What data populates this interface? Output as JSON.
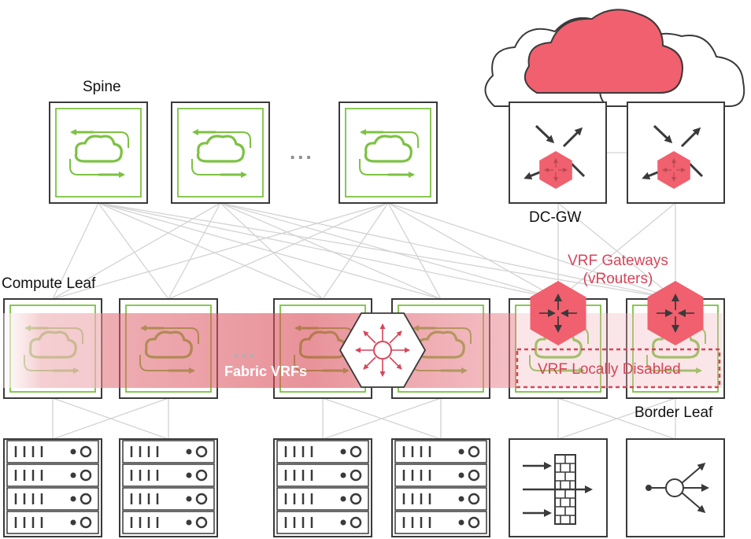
{
  "labels": {
    "spine": "Spine",
    "compute_leaf": "Compute Leaf",
    "dc_gw": "DC-GW",
    "vrf_gateways_line1": "VRF Gateways",
    "vrf_gateways_line2": "(vRouters)",
    "fabric_vrfs": "Fabric VRFs",
    "vrf_locally_disabled": "VRF Locally Disabled",
    "border_leaf": "Border Leaf",
    "ellipsis": "..."
  },
  "colors": {
    "accent_red": "#f0606e",
    "label_red": "#d6455a",
    "switch_green": "#7cc242",
    "box_stroke": "#3a3a3a",
    "link_gray": "#d3d3d3"
  },
  "icons": {
    "spine": "spine-switch-icon",
    "leaf": "leaf-switch-icon",
    "router": "router-icon",
    "cloud": "cloud-icon",
    "server": "server-icon",
    "firewall": "firewall-icon",
    "load_balancer": "load-balancer-icon"
  }
}
